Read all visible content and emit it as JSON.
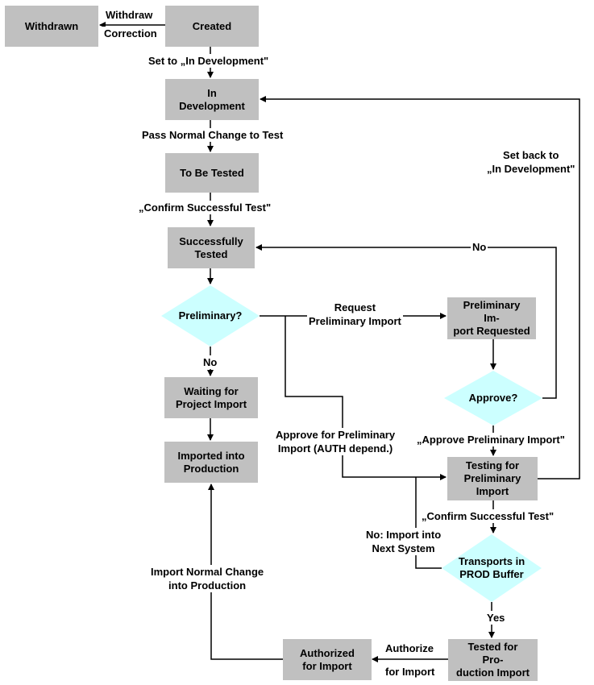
{
  "colors": {
    "box_fill": "#c0c0c0",
    "diamond_fill": "#ccffff",
    "line": "#000000",
    "background": "#ffffff"
  },
  "nodes": {
    "withdrawn": "Withdrawn",
    "created": "Created",
    "in_development": "In\nDevelopment",
    "to_be_tested": "To Be Tested",
    "successfully_tested": "Successfully\nTested",
    "preliminary_decision": "Preliminary?",
    "preliminary_import_requested": "Preliminary\nIm-\nport Requested",
    "approve_decision": "Approve?",
    "waiting_for_project_import": "Waiting for\nProject Import",
    "imported_into_production": "Imported into\nProduction",
    "testing_for_preliminary_import": "Testing for\nPreliminary\nImport",
    "transports_in_prod_buffer": "Transports in\nPROD Buffer",
    "authorized_for_import": "Authorized\nfor Import",
    "tested_for_production_import": "Tested for\nPro-\nduction Import"
  },
  "edge_labels": {
    "withdraw": "Withdraw",
    "correction": "Correction",
    "set_to_in_development": "Set to „In Development\"",
    "pass_normal_change_to_test": "Pass Normal Change to Test",
    "confirm_successful_test_1": "„Confirm Successful Test\"",
    "set_back_to_in_development": "Set back to\n„In Development\"",
    "no_approve": "No",
    "request_preliminary_import": "Request\nPreliminary Import",
    "no_preliminary": "No",
    "approve_preliminary_import": "„Approve Preliminary Import\"",
    "approve_for_preliminary_import_auth": "Approve for Preliminary\nImport (AUTH depend.)",
    "confirm_successful_test_2": "„Confirm Successful Test\"",
    "no_import_into_next_system": "No: Import into\nNext System",
    "import_normal_change_into_production": "Import Normal Change\ninto Production",
    "yes": "Yes",
    "authorize": "Authorize",
    "for_import": "for Import"
  }
}
